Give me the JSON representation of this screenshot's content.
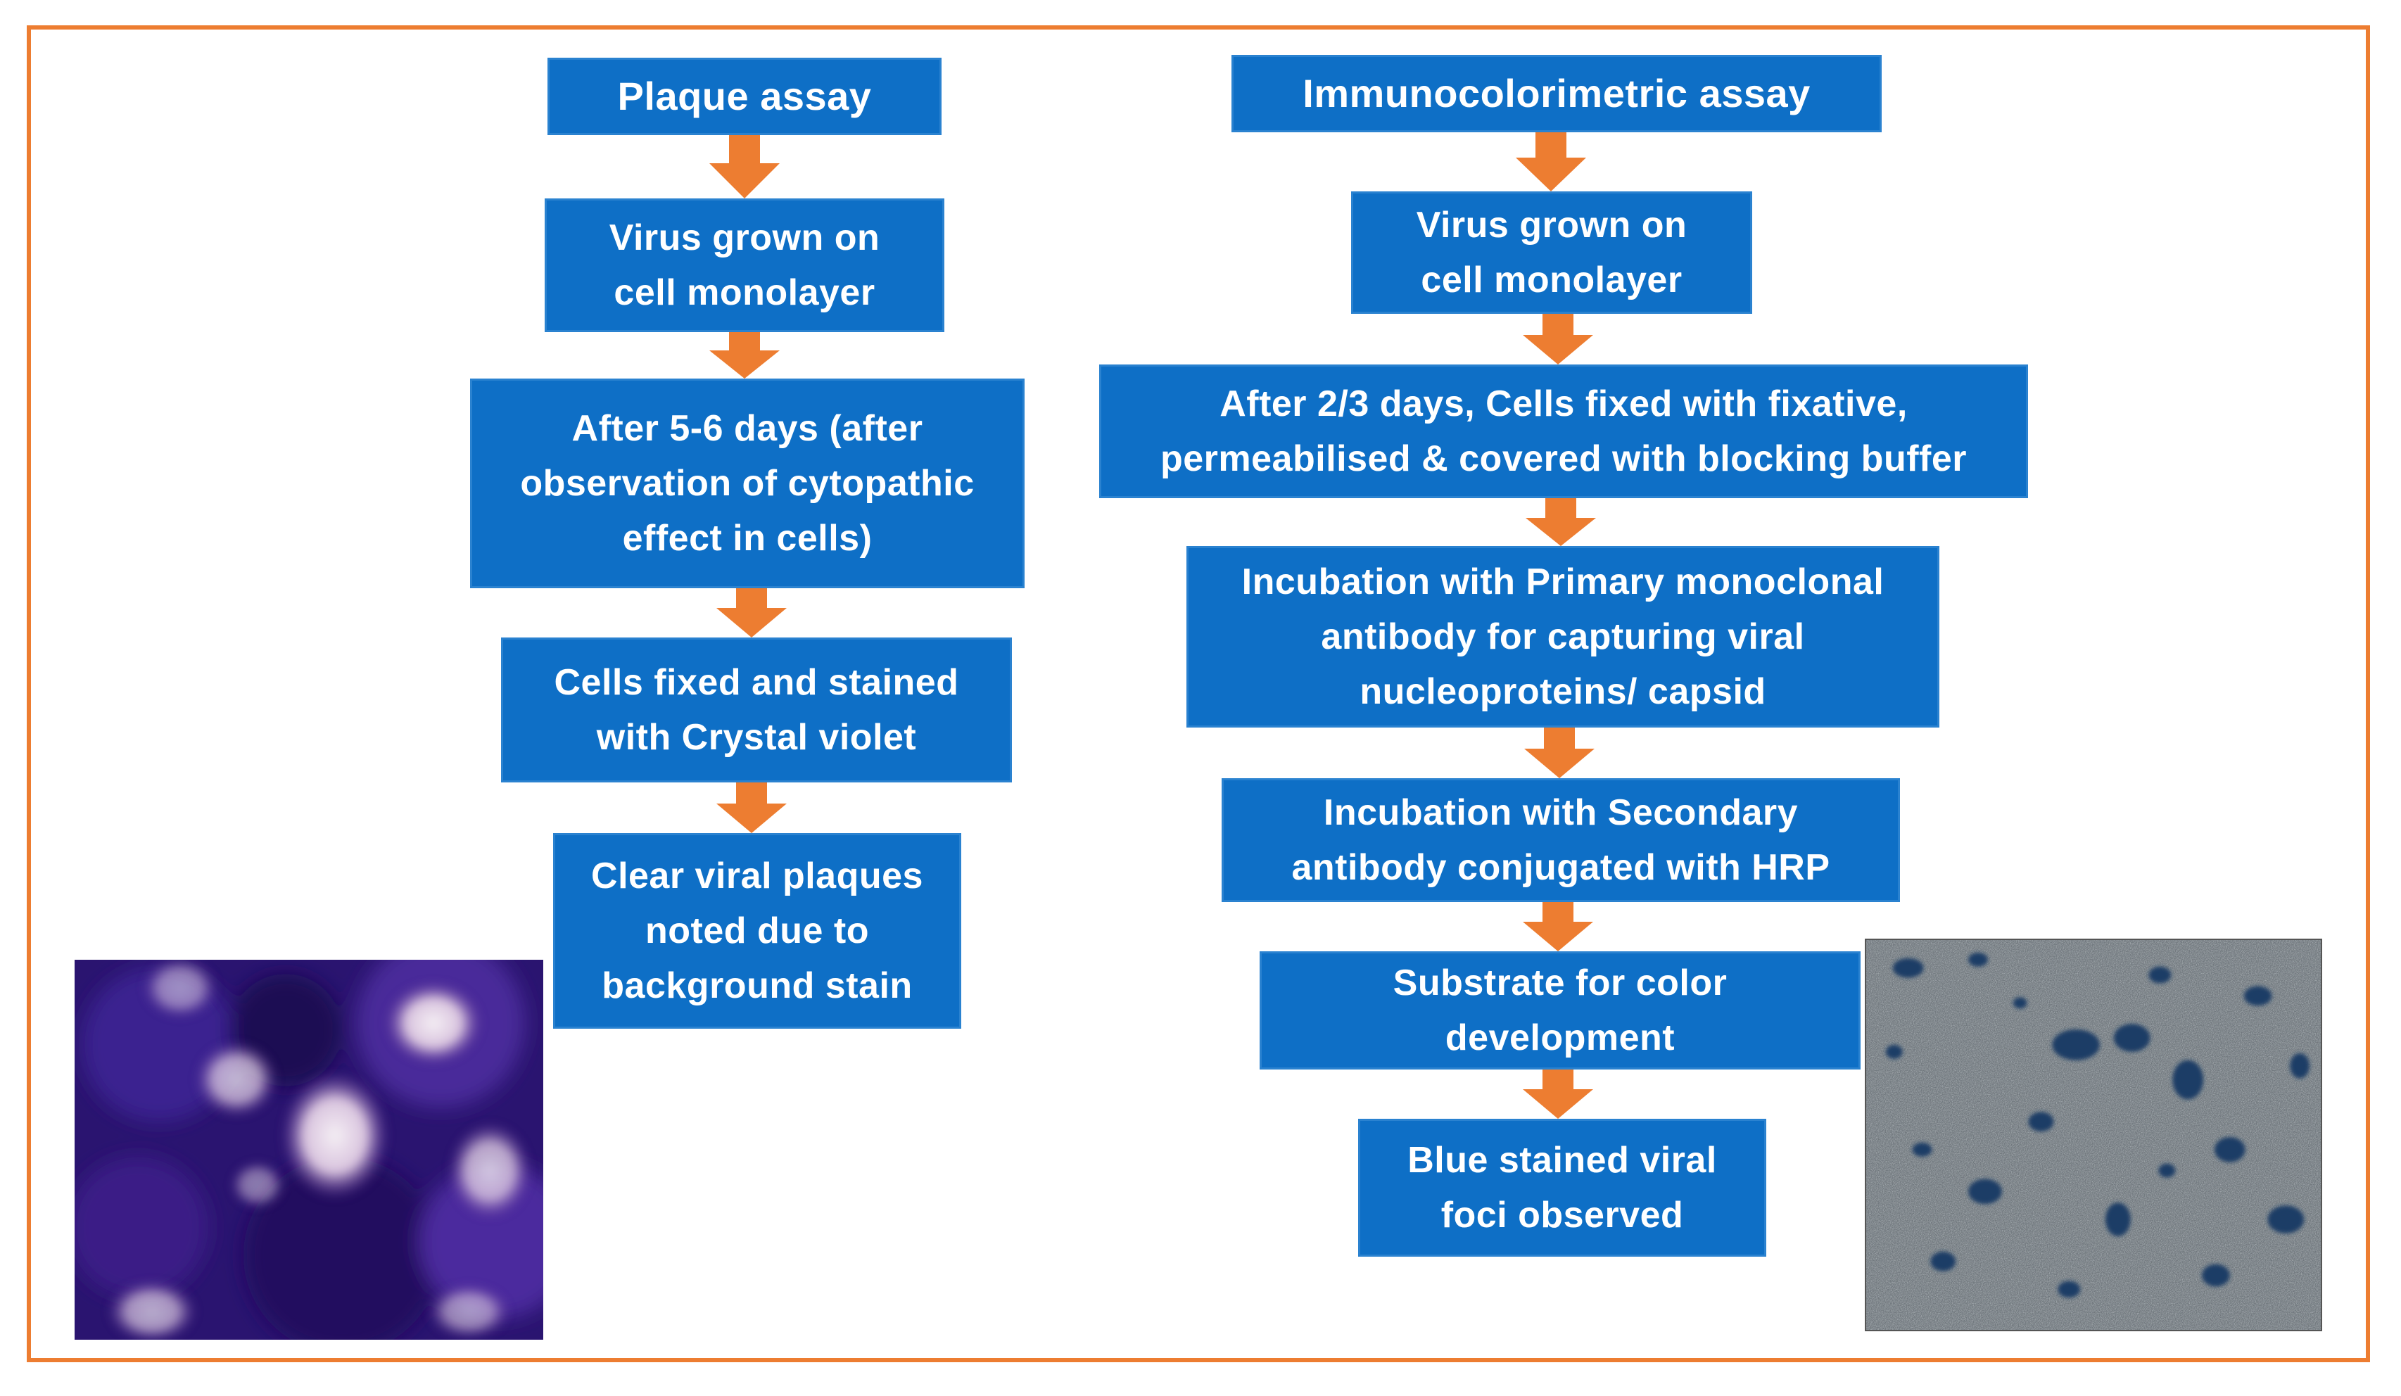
{
  "colors": {
    "box_fill": "#0E6FC6",
    "box_text": "#FFFFFF",
    "arrow": "#ED7D31",
    "frame": "#ED7D31"
  },
  "left_flow": {
    "title": "Plaque assay",
    "steps": [
      "Virus grown on\ncell monolayer",
      "After 5-6 days (after\nobservation of  cytopathic\neffect in cells)",
      "Cells fixed and stained\nwith Crystal violet",
      "Clear viral plaques\nnoted due to\nbackground stain"
    ]
  },
  "right_flow": {
    "title": "Immunocolorimetric assay",
    "steps": [
      "Virus grown on\ncell monolayer",
      "After 2/3 days, Cells fixed with fixative,\npermeabilised & covered with blocking buffer",
      "Incubation with Primary monoclonal\nantibody for capturing viral\nnucleoproteins/ capsid",
      "Incubation with Secondary\nantibody conjugated with HRP",
      "Substrate for color\ndevelopment",
      "Blue stained viral\nfoci observed"
    ]
  },
  "images": {
    "left": "crystal-violet-plaque-micrograph",
    "right": "blue-stained-foci-micrograph"
  }
}
